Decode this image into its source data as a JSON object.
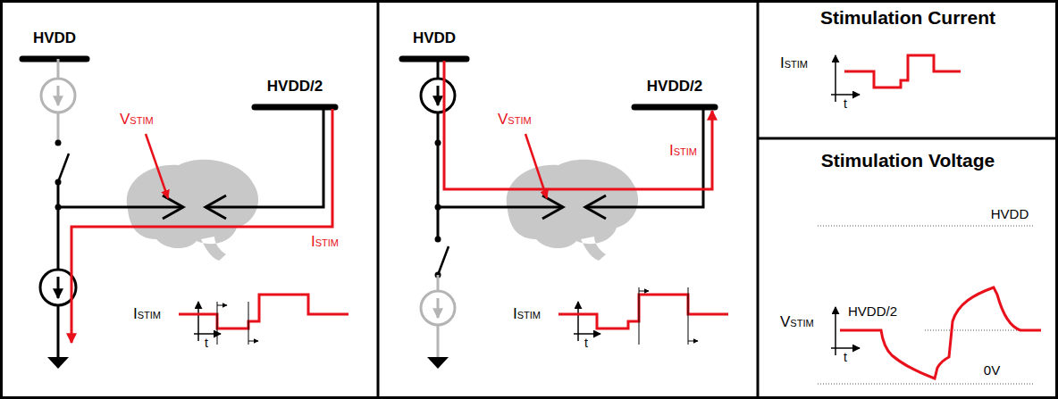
{
  "diagram": {
    "nodes": [
      {
        "text": [
          "Stimulation Current"
        ]
      },
      {
        "text": [
          "Stimulation Voltage"
        ]
      }
    ],
    "labels": [
      "HVDD",
      "VSTIM",
      "HVDD/2",
      "ISTIM",
      "ISTIM",
      "t",
      "HVDD",
      "VSTIM",
      "HVDD/2",
      "ISTIM",
      "ISTIM",
      "t",
      "ISTIM",
      "t",
      "HVDD",
      "VSTIM",
      "HVDD/2",
      "0V",
      "t"
    ]
  }
}
